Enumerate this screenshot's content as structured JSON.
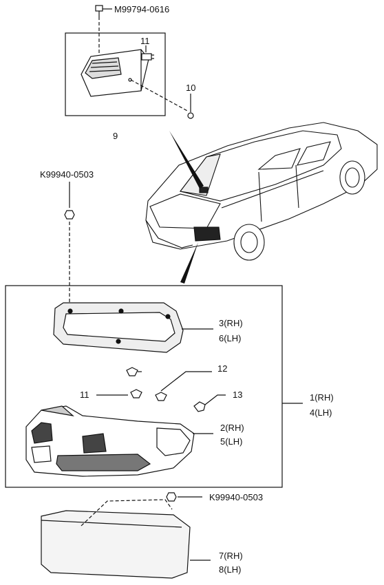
{
  "callouts": {
    "bolt_top": "M99794-0616",
    "item_11_top": "11",
    "item_10": "10",
    "item_9": "9",
    "nut_left": "K99940-0503",
    "item_3_6": [
      "3(RH)",
      "6(LH)"
    ],
    "item_12": "12",
    "item_11_mid": "11",
    "item_13": "13",
    "item_1_4": [
      "1(RH)",
      "4(LH)"
    ],
    "item_2_5": [
      "2(RH)",
      "5(LH)"
    ],
    "nut_bottom": "K99940-0503",
    "item_7_8": [
      "7(RH)",
      "8(LH)"
    ]
  }
}
